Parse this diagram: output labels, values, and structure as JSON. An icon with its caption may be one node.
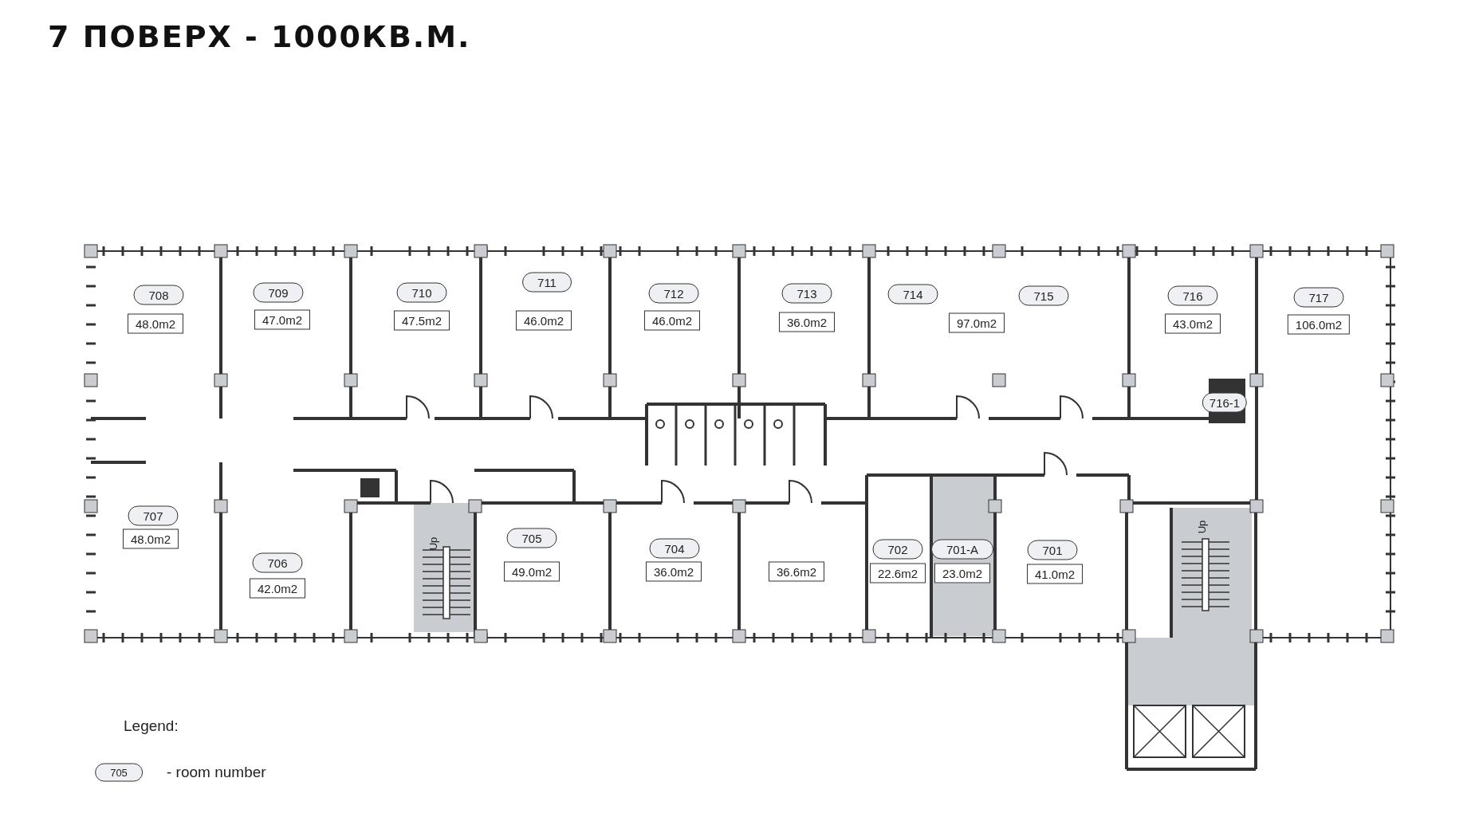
{
  "diagram": {
    "title": "7 ПОВЕРХ - 1000КВ.М.",
    "nodes": [
      {
        "text": [
          "708"
        ]
      },
      {
        "text": [
          "48.0m2"
        ]
      },
      {
        "text": [
          "709"
        ]
      },
      {
        "text": [
          "47.0m2"
        ]
      },
      {
        "text": [
          "710"
        ]
      },
      {
        "text": [
          "47.5m2"
        ]
      },
      {
        "text": [
          "711"
        ]
      },
      {
        "text": [
          "46.0m2"
        ]
      },
      {
        "text": [
          "712"
        ]
      },
      {
        "text": [
          "46.0m2"
        ]
      },
      {
        "text": [
          "713"
        ]
      },
      {
        "text": [
          "36.0m2"
        ]
      },
      {
        "text": [
          "714"
        ]
      },
      {
        "text": [
          "715"
        ]
      },
      {
        "text": [
          "97.0m2"
        ]
      },
      {
        "text": [
          "716"
        ]
      },
      {
        "text": [
          "43.0m2"
        ]
      },
      {
        "text": [
          "717"
        ]
      },
      {
        "text": [
          "106.0m2"
        ]
      },
      {
        "text": [
          "716-1"
        ]
      },
      {
        "text": [
          "707"
        ]
      },
      {
        "text": [
          "48.0m2"
        ]
      },
      {
        "text": [
          "705"
        ]
      },
      {
        "text": [
          "49.0m2"
        ]
      },
      {
        "text": [
          "704"
        ]
      },
      {
        "text": [
          "36.0m2"
        ]
      },
      {
        "text": [
          "36.6m2"
        ]
      },
      {
        "text": [
          "702"
        ]
      },
      {
        "text": [
          "22.6m2"
        ]
      },
      {
        "text": [
          "701-A"
        ]
      },
      {
        "text": [
          "23.0m2"
        ]
      },
      {
        "text": [
          "701"
        ]
      },
      {
        "text": [
          "41.0m2"
        ]
      },
      {
        "text": [
          "706"
        ]
      },
      {
        "text": [
          "42.0m2"
        ]
      },
      {
        "text": [
          "705"
        ],
        "beside": [
          "- room number"
        ]
      }
    ],
    "labels": [
      "Up",
      "Up",
      "Legend:"
    ]
  }
}
